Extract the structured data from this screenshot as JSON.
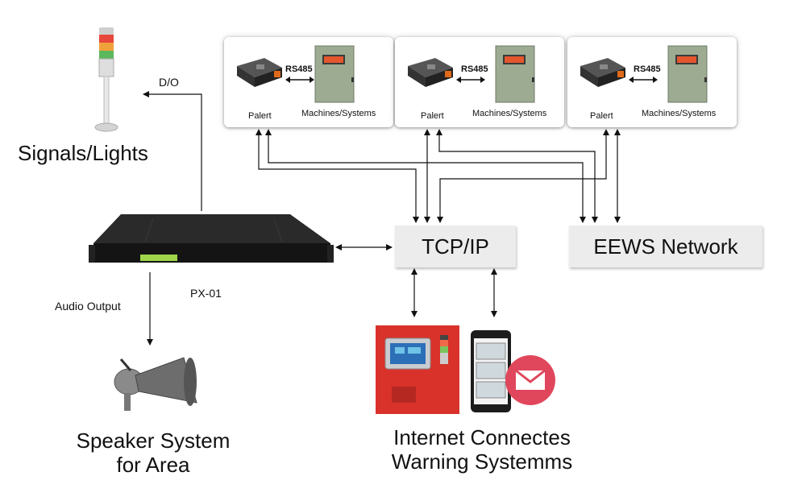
{
  "stations": [
    {
      "device_label": "Palert",
      "link_label": "RS485",
      "machine_label": "Machines/Systems"
    },
    {
      "device_label": "Palert",
      "link_label": "RS485",
      "machine_label": "Machines/Systems"
    },
    {
      "device_label": "Palert",
      "link_label": "RS485",
      "machine_label": "Machines/Systems"
    }
  ],
  "labels": {
    "do": "D/O",
    "signals": "Signals/Lights",
    "px01": "PX-01",
    "audio_output": "Audio Output",
    "speaker_line1": "Speaker System",
    "speaker_line2": "for Area",
    "tcpip": "TCP/IP",
    "eews": "EEWS Network",
    "internet_line1": "Internet Connectes",
    "internet_line2": "Warning Systemms"
  },
  "colors": {
    "box_fill": "#ececec",
    "lcd_green": "#9fd64a",
    "alarm_red": "#d8322b",
    "mail_pink": "#e0475c"
  }
}
